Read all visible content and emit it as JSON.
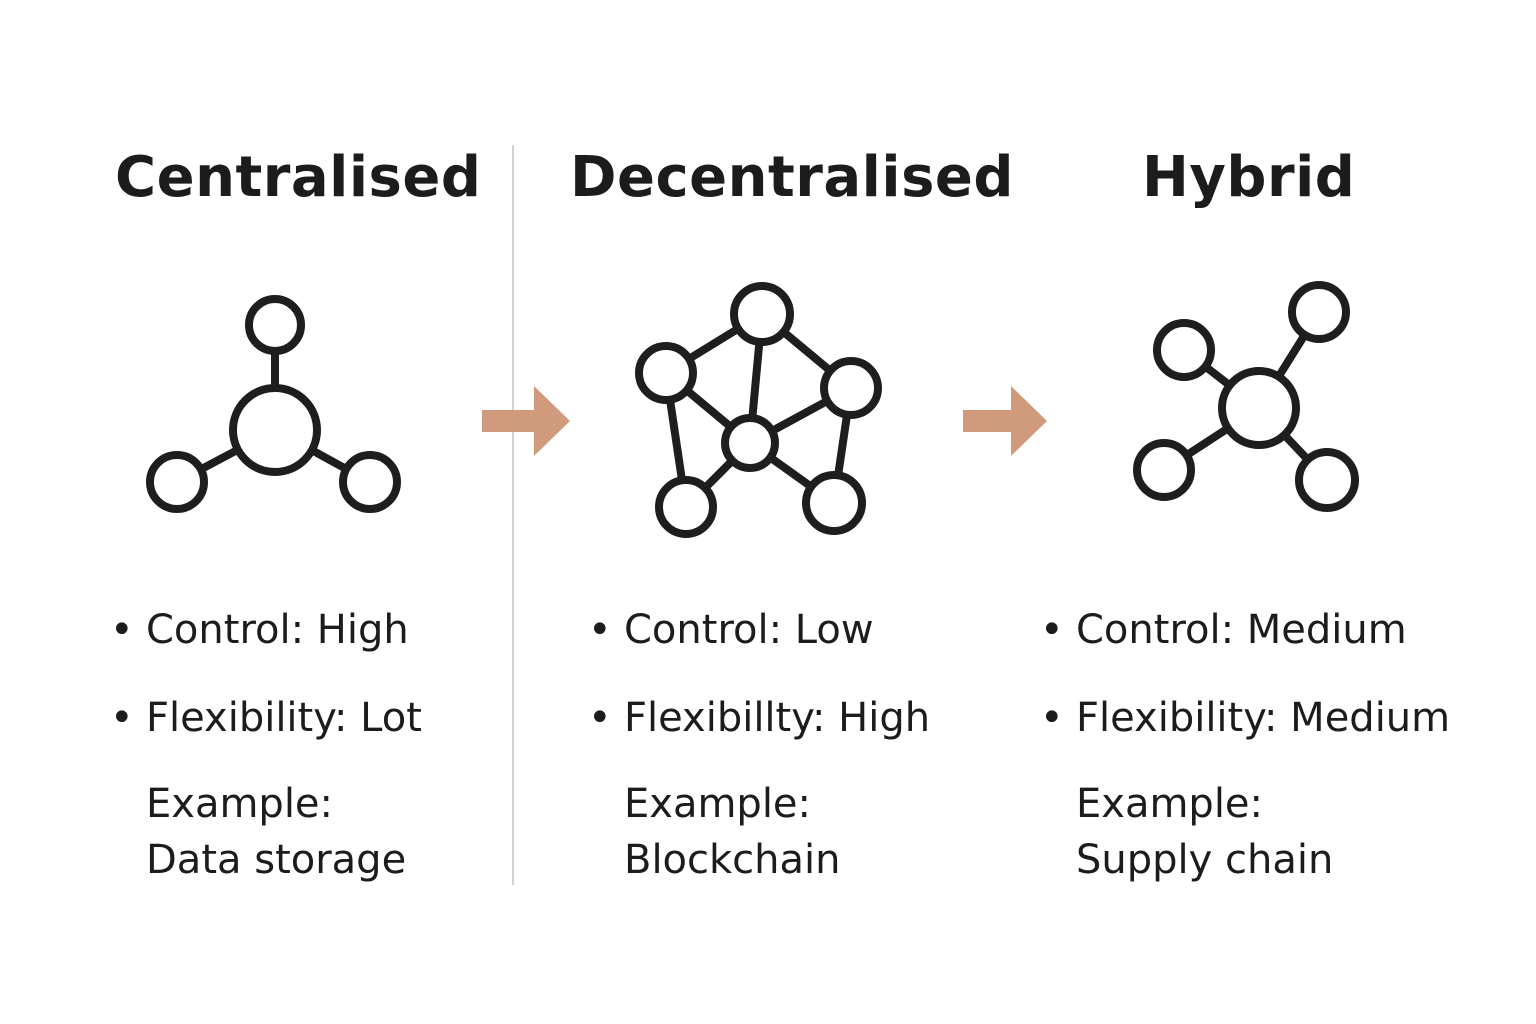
{
  "colors": {
    "background": "#ffffff",
    "text": "#1c1c1c",
    "node_stroke": "#1e1e1e",
    "arrow": "#d09a7c",
    "divider": "#d2d2d2"
  },
  "columns": [
    {
      "title": "Centralised",
      "icon": "centralised-network-icon",
      "bullets": [
        "Control: High",
        "Flexibility: Lot"
      ],
      "example_label": "Example:",
      "example_value": "Data storage"
    },
    {
      "title": "Decentralised",
      "icon": "decentralised-network-icon",
      "bullets": [
        "Control: Low",
        "Flexibillty: High"
      ],
      "example_label": "Example:",
      "example_value": "Blockchain"
    },
    {
      "title": "Hybrid",
      "icon": "hybrid-network-icon",
      "bullets": [
        "Control: Medium",
        "Flexibility: Medium"
      ],
      "example_label": "Example:",
      "example_value": "Supply chain"
    }
  ],
  "bullet_symbol": "•",
  "arrows": [
    "arrow-right-icon",
    "arrow-right-icon"
  ]
}
